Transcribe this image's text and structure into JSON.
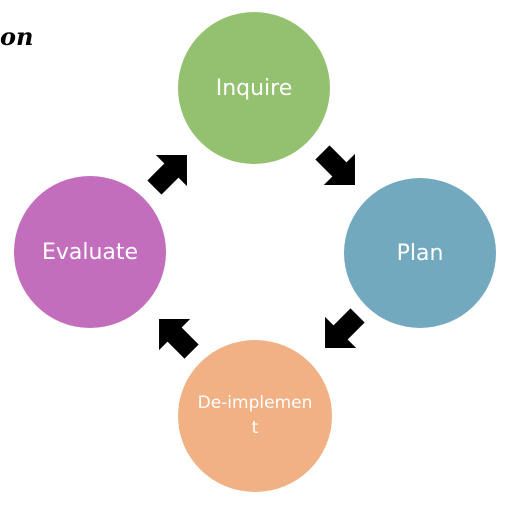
{
  "header": {
    "fragment_text": "on"
  },
  "nodes": {
    "inquire": {
      "label": "Inquire",
      "color": "#93c170"
    },
    "plan": {
      "label": "Plan",
      "color": "#72a9bf"
    },
    "deimplement": {
      "label": "De-implement",
      "color": "#f2b185"
    },
    "evaluate": {
      "label": "Evaluate",
      "color": "#c36dbd"
    }
  },
  "arrow_color": "#000000",
  "cycle_order": [
    "inquire",
    "plan",
    "deimplement",
    "evaluate"
  ]
}
